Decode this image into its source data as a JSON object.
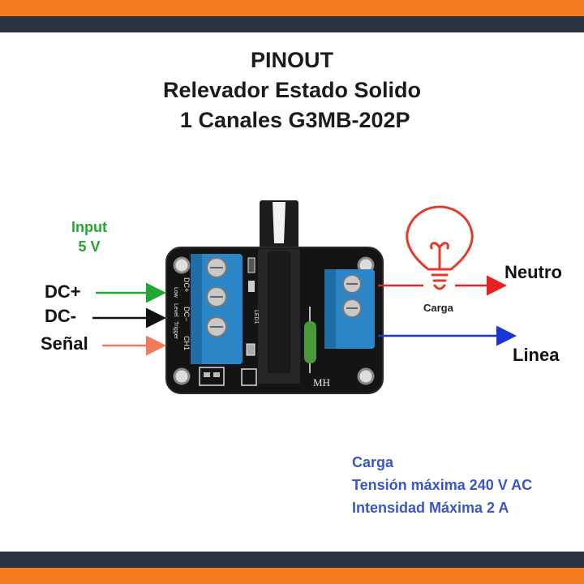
{
  "title": {
    "line1": "PINOUT",
    "line2": "Relevador Estado Solido",
    "line3": " 1 Canales G3MB-202P"
  },
  "input": {
    "line1": "Input",
    "line2": "5 V"
  },
  "pins": {
    "dc_plus": "DC+",
    "dc_minus": "DC-",
    "signal": "Señal"
  },
  "outputs": {
    "neutral": "Neutro",
    "line": "Linea"
  },
  "load_label": "Carga",
  "board": {
    "label_dc_plus": "DC+",
    "label_dc_minus": "DC−",
    "label_ch1": "CH1",
    "label_low": "Low",
    "label_level": "Level",
    "label_trigger": "Trigger",
    "label_led": "LED1",
    "label_mh": "MH"
  },
  "specs": {
    "heading": "Carga",
    "voltage": "Tensión máxima 240 V AC",
    "current": "Intensidad Máxima 2 A"
  },
  "colors": {
    "top_bar": "#2a3342",
    "accent_bar": "#f47b20",
    "input_green": "#22a832",
    "arrow_signal": "#f07c5a",
    "arrow_neutral": "#e62222",
    "arrow_line": "#1b34d6",
    "bulb": "#e43a2a",
    "specs_blue": "#3b55c7",
    "terminal_blue": "#2b86c8"
  }
}
